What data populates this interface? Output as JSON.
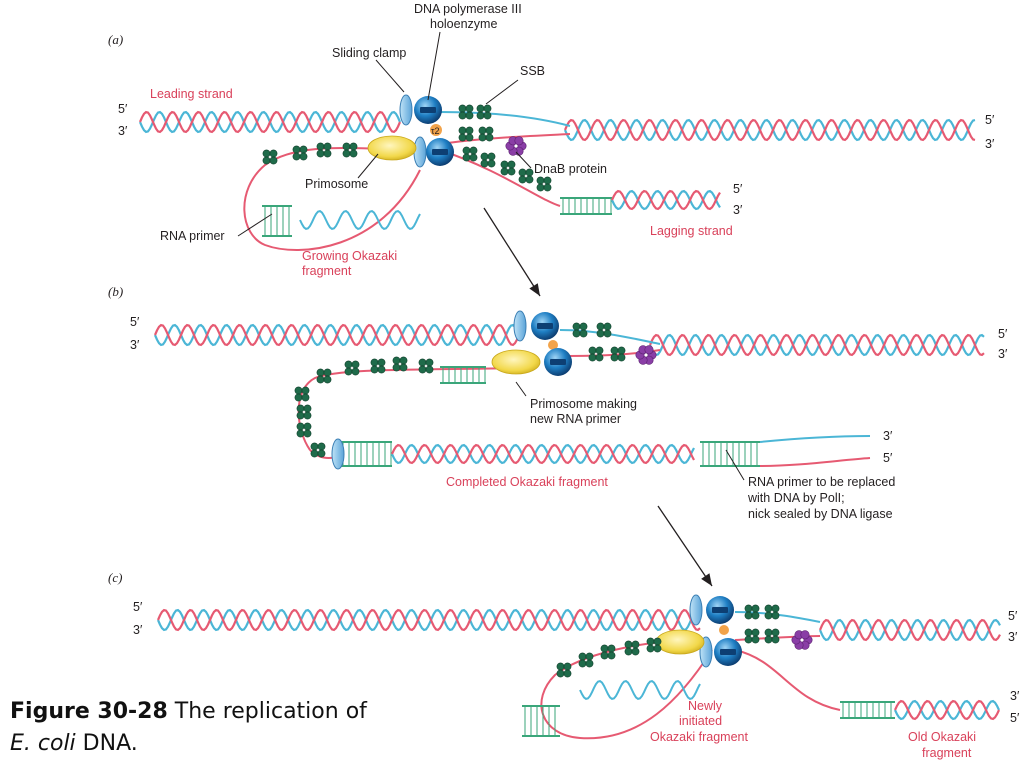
{
  "panels": {
    "a": {
      "label": "(a)",
      "labels": {
        "pol3_line1": "DNA polymerase III",
        "pol3_line2": "holoenzyme",
        "sliding_clamp": "Sliding clamp",
        "ssb": "SSB",
        "leading_strand": "Leading strand",
        "dnab": "DnaB protein",
        "primosome": "Primosome",
        "rna_primer": "RNA primer",
        "growing_line1": "Growing Okazaki",
        "growing_line2": "fragment",
        "lagging_strand": "Lagging strand",
        "tau": "τ2"
      }
    },
    "b": {
      "label": "(b)",
      "labels": {
        "primosome_line1": "Primosome making",
        "primosome_line2": "new RNA primer",
        "completed": "Completed Okazaki fragment",
        "note_line1": "RNA primer to be replaced",
        "note_line2": "with DNA by PolI;",
        "note_line3": "nick sealed by DNA ligase"
      }
    },
    "c": {
      "label": "(c)",
      "labels": {
        "newly_line1": "Newly",
        "newly_line2": "initiated",
        "newly_line3": "Okazaki fragment",
        "old_line1": "Old Okazaki",
        "old_line2": "fragment"
      }
    }
  },
  "strand_ends": {
    "five": "5′",
    "three": "3′"
  },
  "caption": {
    "figure_number": "Figure 30-28",
    "text_line1": "The replication of",
    "organism": "E. coli",
    "text_line2": "DNA."
  },
  "colors": {
    "strand_blue": "#4bb6d6",
    "strand_pink": "#e65a72",
    "primer_green": "#3aa67a",
    "ssb_green": "#1f6b4a",
    "dnab_purple": "#8a3ea6",
    "primosome_yellow": "#f2d84a",
    "pol_blue": "#1f7fc4"
  }
}
